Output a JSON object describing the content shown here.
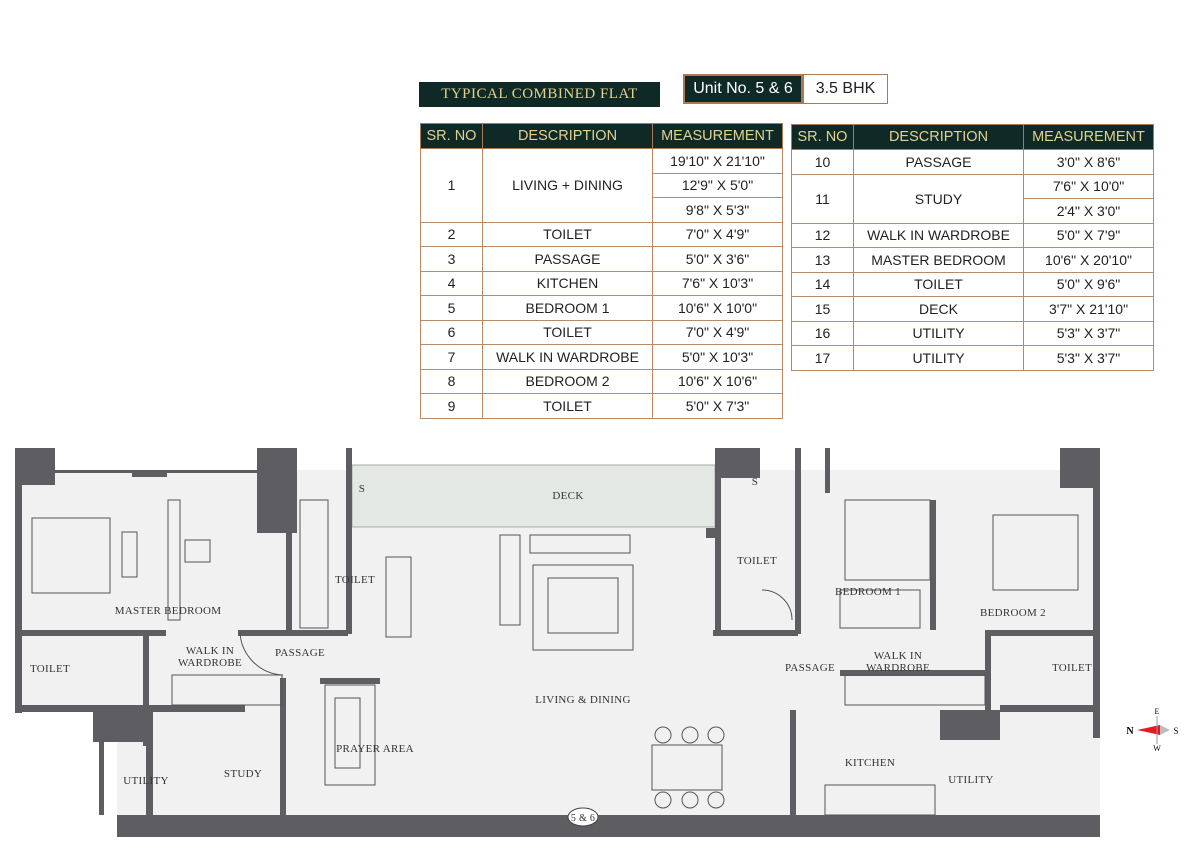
{
  "header": {
    "title": "TYPICAL COMBINED FLAT",
    "unit": "Unit No. 5 & 6",
    "type": "3.5 BHK"
  },
  "table_left": {
    "headers": [
      "SR. NO",
      "DESCRIPTION",
      "MEASUREMENT"
    ],
    "rows": [
      {
        "no": "1",
        "desc": "LIVING + DINING",
        "meas": [
          "19'10\" X 21'10\"",
          "12'9\" X 5'0\"",
          "9'8\" X 5'3\""
        ]
      },
      {
        "no": "2",
        "desc": "TOILET",
        "meas": [
          "7'0\" X 4'9\""
        ]
      },
      {
        "no": "3",
        "desc": "PASSAGE",
        "meas": [
          "5'0\" X 3'6\""
        ]
      },
      {
        "no": "4",
        "desc": "KITCHEN",
        "meas": [
          "7'6\" X 10'3\""
        ]
      },
      {
        "no": "5",
        "desc": "BEDROOM 1",
        "meas": [
          "10'6\" X 10'0\""
        ]
      },
      {
        "no": "6",
        "desc": "TOILET",
        "meas": [
          "7'0\" X 4'9\""
        ]
      },
      {
        "no": "7",
        "desc": "WALK IN WARDROBE",
        "meas": [
          "5'0\" X 10'3\""
        ]
      },
      {
        "no": "8",
        "desc": "BEDROOM 2",
        "meas": [
          "10'6\" X 10'6\""
        ]
      },
      {
        "no": "9",
        "desc": "TOILET",
        "meas": [
          "5'0\" X 7'3\""
        ]
      }
    ]
  },
  "table_right": {
    "headers": [
      "SR. NO",
      "DESCRIPTION",
      "MEASUREMENT"
    ],
    "rows": [
      {
        "no": "10",
        "desc": "PASSAGE",
        "meas": [
          "3'0\" X 8'6\""
        ]
      },
      {
        "no": "11",
        "desc": "STUDY",
        "meas": [
          "7'6\" X 10'0\"",
          "2'4\" X 3'0\""
        ]
      },
      {
        "no": "12",
        "desc": "WALK IN WARDROBE",
        "meas": [
          "5'0\" X 7'9\""
        ]
      },
      {
        "no": "13",
        "desc": "MASTER BEDROOM",
        "meas": [
          "10'6\" X 20'10\""
        ]
      },
      {
        "no": "14",
        "desc": "TOILET",
        "meas": [
          "5'0\" X 9'6\""
        ]
      },
      {
        "no": "15",
        "desc": "DECK",
        "meas": [
          "3'7\" X 21'10\""
        ]
      },
      {
        "no": "16",
        "desc": "UTILITY",
        "meas": [
          "5'3\" X 3'7\""
        ]
      },
      {
        "no": "17",
        "desc": "UTILITY",
        "meas": [
          "5'3\" X 3'7\""
        ]
      }
    ]
  },
  "plan": {
    "labels": {
      "deck": "DECK",
      "shaft_left": "S",
      "shaft_right": "S",
      "toilet_center_left": "TOILET",
      "master_bedroom": "MASTER BEDROOM",
      "toilet_master": "TOILET",
      "wiw_left_1": "WALK IN",
      "wiw_left_2": "WARDROBE",
      "passage_left": "PASSAGE",
      "living_dining": "LIVING & DINING",
      "prayer_area": "PRAYER AREA",
      "study": "STUDY",
      "utility_left": "UTILITY",
      "toilet_center_right": "TOILET",
      "bedroom1": "BEDROOM 1",
      "bedroom2": "BEDROOM 2",
      "passage_right": "PASSAGE",
      "wiw_right_1": "WALK IN",
      "wiw_right_2": "WARDROBE",
      "toilet_right": "TOILET",
      "kitchen": "KITCHEN",
      "utility_right": "UTILITY",
      "unit_tag": "5 & 6"
    },
    "compass": {
      "n": "N",
      "s": "S",
      "e": "E",
      "w": "W",
      "needle_color": "#e31b23"
    },
    "colors": {
      "wall": "#5e5e62",
      "floor": "#f1f1f1",
      "header": "#0f2a26",
      "border": "#a97a55"
    }
  }
}
